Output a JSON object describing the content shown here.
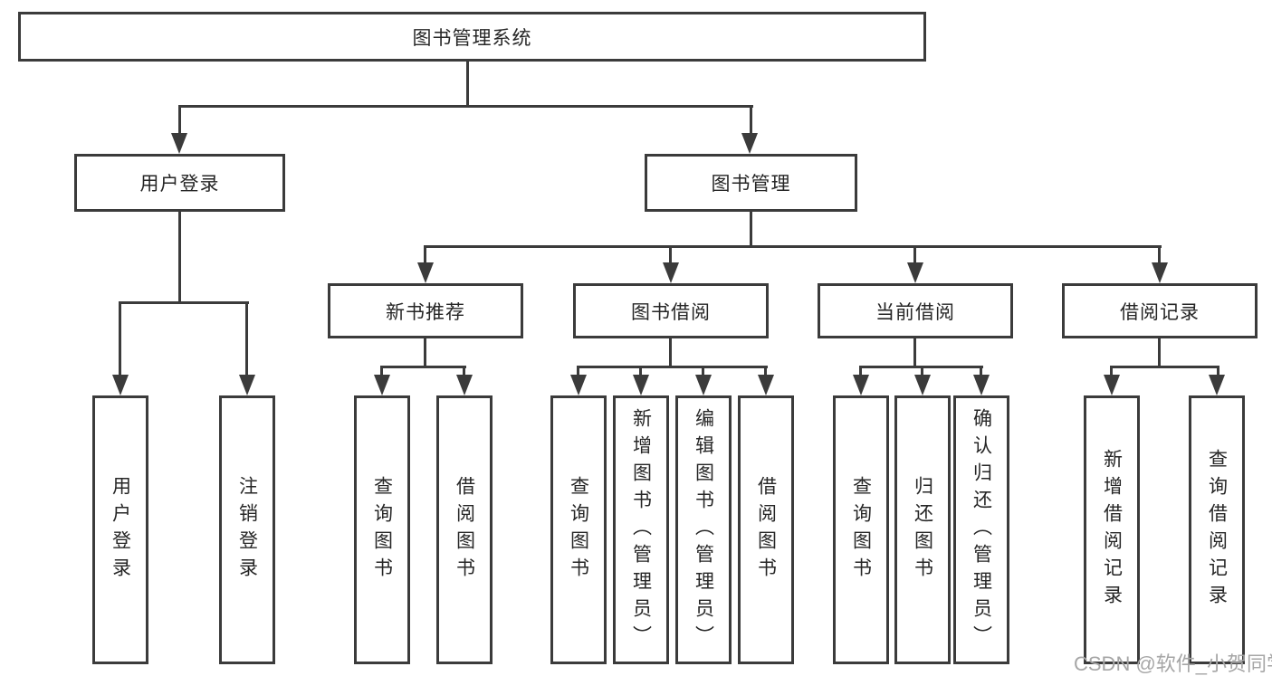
{
  "colors": {
    "line": "#3b3b3b",
    "box_border": "#3b3b3b",
    "text": "#262626",
    "background": "#ffffff",
    "watermark": "#a6a6a6"
  },
  "tree": {
    "root": {
      "label": "图书管理系统"
    },
    "branches": [
      {
        "label": "用户登录",
        "children": [
          {
            "label": "用户登录"
          },
          {
            "label": "注销登录"
          }
        ]
      },
      {
        "label": "图书管理",
        "children": [
          {
            "label": "新书推荐",
            "children": [
              {
                "label": "查询图书"
              },
              {
                "label": "借阅图书"
              }
            ]
          },
          {
            "label": "图书借阅",
            "children": [
              {
                "label": "查询图书"
              },
              {
                "label": "新增图书（管理员）"
              },
              {
                "label": "编辑图书（管理员）"
              },
              {
                "label": "借阅图书"
              }
            ]
          },
          {
            "label": "当前借阅",
            "children": [
              {
                "label": "查询图书"
              },
              {
                "label": "归还图书"
              },
              {
                "label": "确认归还（管理员）"
              }
            ]
          },
          {
            "label": "借阅记录",
            "children": [
              {
                "label": "新增借阅记录"
              },
              {
                "label": "查询借阅记录"
              }
            ]
          }
        ]
      }
    ]
  },
  "watermark": {
    "text": "CSDN @软件_小贺同学"
  }
}
